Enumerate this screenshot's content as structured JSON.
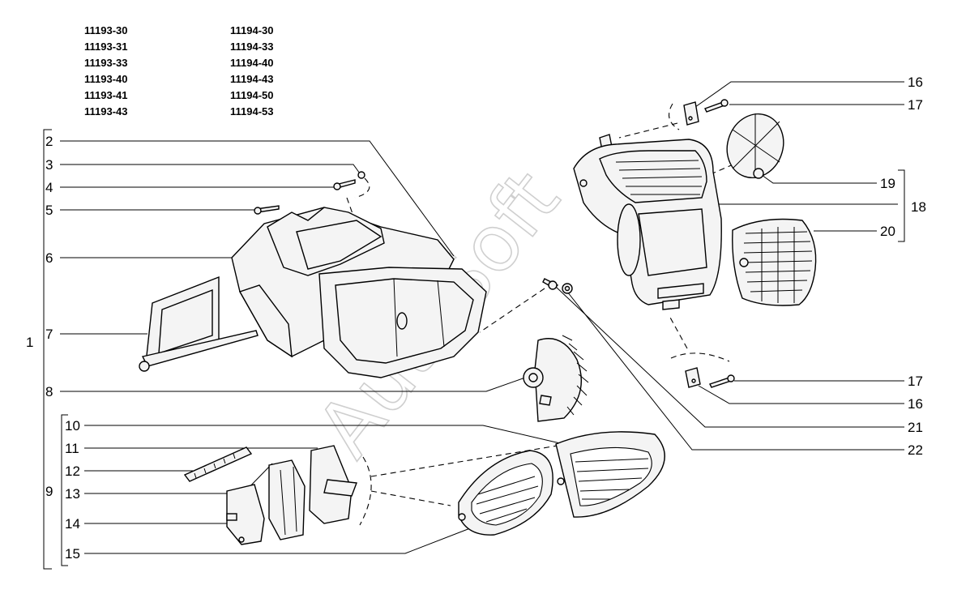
{
  "models_left": [
    "11193-30",
    "11193-31",
    "11193-33",
    "11193-40",
    "11193-41",
    "11193-43"
  ],
  "models_right": [
    "11194-30",
    "11194-33",
    "11194-40",
    "11194-43",
    "11194-50",
    "11194-53"
  ],
  "watermark": "AutoSoft",
  "group_labels": {
    "group_1": "1",
    "group_9": "9",
    "group_18": "18"
  },
  "callouts_left": [
    "2",
    "3",
    "4",
    "5",
    "6",
    "7",
    "8",
    "10",
    "11",
    "12",
    "13",
    "14",
    "15"
  ],
  "callouts_right": [
    "16",
    "17",
    "19",
    "20",
    "17",
    "16",
    "21",
    "22"
  ],
  "colors": {
    "line": "#000000",
    "watermark": "#cfcfcf",
    "part_fill": "#f4f4f4"
  }
}
